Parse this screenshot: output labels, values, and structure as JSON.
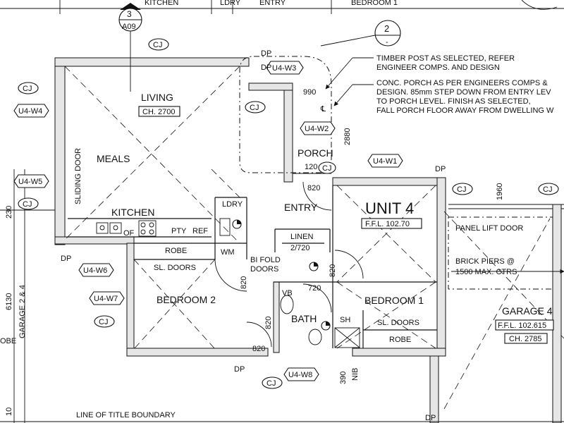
{
  "rooms": {
    "living": "LIVING",
    "living_ceiling": "CH. 2700",
    "meals": "MEALS",
    "kitchen": "KITCHEN",
    "entry": "ENTRY",
    "porch": "PORCH",
    "unit_title": "UNIT 4",
    "unit_ffl": "F.F.L. 102.70",
    "linen": "LINEN",
    "linen_size": "2/720",
    "bedroom1": "BEDROOM 1",
    "bedroom2": "BEDROOM 2",
    "bath": "BATH",
    "garage": "GARAGE 4",
    "garage_ffl": "F.F.L. 102.615",
    "garage_ceiling": "CH. 2785",
    "top_kitchen": "KITCHEN",
    "top_ldry": "LDRY",
    "top_entry": "ENTRY",
    "top_bedroom": "BEDROOM 1"
  },
  "fixtures": {
    "sliding_door": "SLIDING DOOR",
    "robe": "ROBE",
    "robe_b1": "ROBE",
    "sl_doors": "SL. DOORS",
    "sl_doors_b1": "SL. DOORS",
    "pty": "PTY",
    "ref": "REF",
    "ldry": "LDRY",
    "wm": "WM",
    "of": "OF",
    "vb": "VB",
    "sh": "SH",
    "bi_fold_1": "BI FOLD",
    "bi_fold_2": "DOORS",
    "panel_lift": "PANEL LIFT DOOR",
    "brick_piers_1": "BRICK PIERS @",
    "brick_piers_2": "1500 MAX. CTRS",
    "nib": "NIB",
    "title_boundary": "LINE OF TITLE BOUNDARY",
    "garage_side": "GARAGE 2 & 4",
    "obe": "OBE"
  },
  "dimensions": {
    "d820_entry": "820",
    "d820_bed2": "820",
    "d820_bath": "820",
    "d820_bed1": "820",
    "d820_bottom": "820",
    "d720": "720",
    "d990": "990",
    "d120": "120",
    "d2880": "2880",
    "d1960": "1960",
    "d230": "230",
    "d390": "390",
    "d6130": "6130",
    "d10": "10"
  },
  "tags": {
    "cj": "CJ",
    "dp": "DP",
    "w1": "U4-W1",
    "w2": "U4-W2",
    "w3": "U4-W3",
    "w4": "U4-W4",
    "w5": "U4-W5",
    "w6": "U4-W6",
    "w7": "U4-W7",
    "w8": "U4-W8"
  },
  "section_marker": {
    "number": "3",
    "sheet": "A09"
  },
  "note_marker": {
    "number": "2",
    "sub": "-"
  },
  "notes": {
    "n1_line1": "TIMBER POST AS SELECTED, REFER",
    "n1_line2": "ENGINEER COMPS. AND DESIGN",
    "n2_line1": "CONC. PORCH AS PER ENGINEERS COMPS &",
    "n2_line2": "DESIGN. 85mm STEP DOWN FROM ENTRY LEV",
    "n2_line3": "TO PORCH LEVEL. FINISH AS SELECTED,",
    "n2_line4": "FALL PORCH FLOOR AWAY FROM DWELLING W",
    "centerline": "℄"
  }
}
